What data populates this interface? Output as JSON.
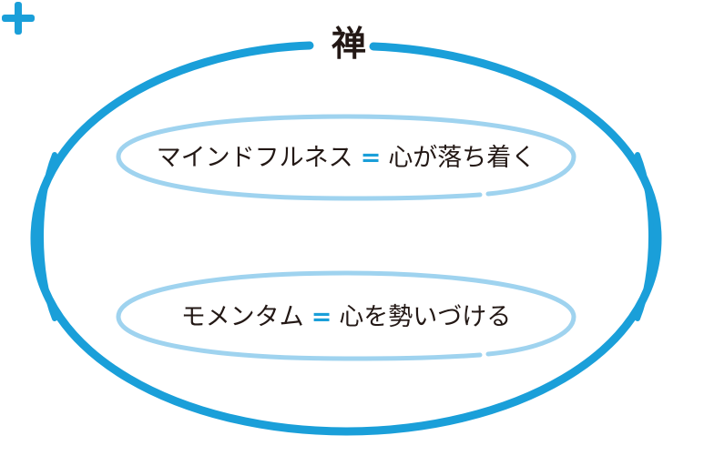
{
  "diagram": {
    "title": "禅",
    "operator": "+",
    "concepts": [
      {
        "term": "マインドフルネス",
        "equals": "=",
        "meaning": "心が落ち着く"
      },
      {
        "term": "モメンタム",
        "equals": "=",
        "meaning": "心を勢いづける"
      }
    ]
  },
  "colors": {
    "outer_ellipse": "#1a9fd9",
    "inner_ellipse": "#9fd3ef",
    "accent": "#1a9fd9",
    "text": "#231815",
    "background": "#ffffff"
  }
}
